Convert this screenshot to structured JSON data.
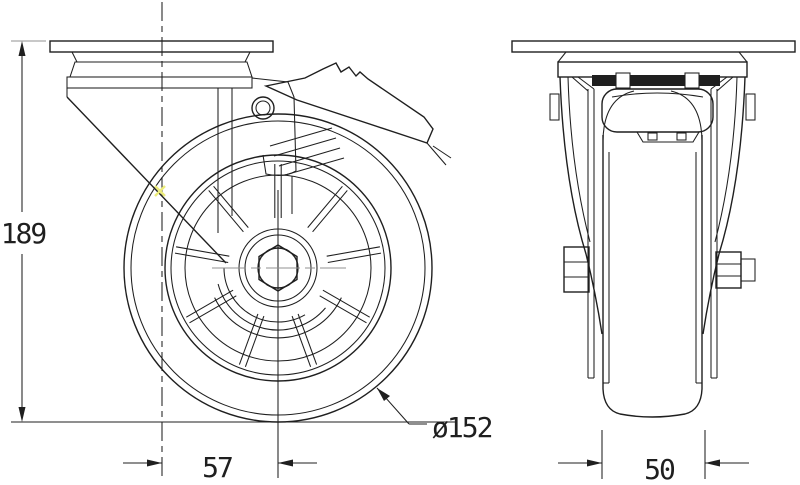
{
  "drawing": {
    "colors": {
      "line": "#1f1f1f",
      "grey": "#a8a8a8",
      "highlight": "#ecec7a",
      "background": "#ffffff"
    },
    "dimensions": {
      "overall_height": "189",
      "swivel_offset": "57",
      "wheel_diameter": "ø152",
      "wheel_width": "50"
    }
  }
}
